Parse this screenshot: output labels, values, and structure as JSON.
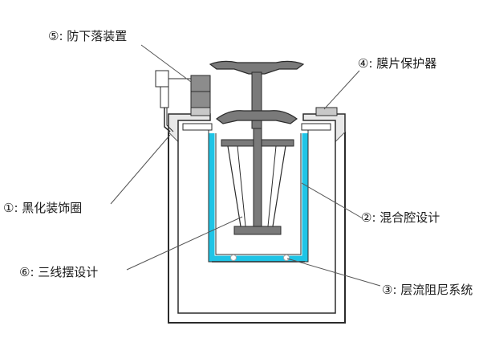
{
  "labels": {
    "fall_prevention": "⑤: 防下落装置",
    "membrane_protector": "④: 膜片保护器",
    "black_trim_ring": "①: 黑化装饰圈",
    "mixing_chamber": "②: 混合腔设计",
    "triple_swing": "⑥: 三线摆设计",
    "laminar_damping": "③: 层流阻尼系统"
  },
  "colors": {
    "stroke": "#2b2b2b",
    "metal_gray": "#7a7a7a",
    "light_gray": "#c8c8c8",
    "cavity_cyan": "#1fc4e6",
    "leader_line": "#555555"
  }
}
